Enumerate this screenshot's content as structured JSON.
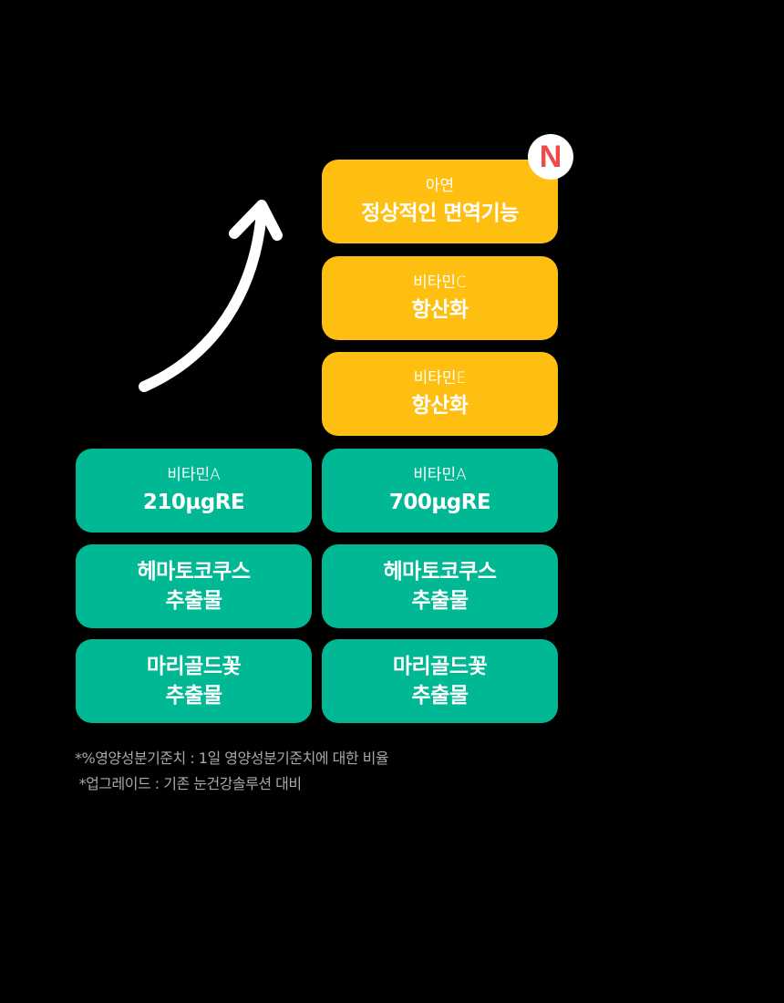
{
  "badge": "N",
  "right_column": [
    {
      "subtitle": "아연",
      "title": "정상적인 면역기능",
      "color": "#FFBF10"
    },
    {
      "subtitle": "비타민C",
      "title": "항산화",
      "color": "#FFBF10"
    },
    {
      "subtitle": "비타민E",
      "title": "항산화",
      "color": "#FFBF10"
    },
    {
      "subtitle": "비타민A",
      "title": "700µgRE",
      "color": "#00B894"
    },
    {
      "line1": "헤마토코쿠스",
      "line2": "추출물",
      "color": "#00B894"
    },
    {
      "line1": "마리골드꽃",
      "line2": "추출물",
      "color": "#00B894"
    }
  ],
  "left_column": [
    {
      "subtitle": "비타민A",
      "title": "210µgRE",
      "color": "#00B894"
    },
    {
      "line1": "헤마토코쿠스",
      "line2": "추출물",
      "color": "#00B894"
    },
    {
      "line1": "마리골드꽃",
      "line2": "추출물",
      "color": "#00B894"
    }
  ],
  "notes": [
    "*%영양성분기준치 : 1일 영양성분기준치에 대한 비율",
    " *업그레이드 : 기존 눈건강솔루션 대비"
  ]
}
